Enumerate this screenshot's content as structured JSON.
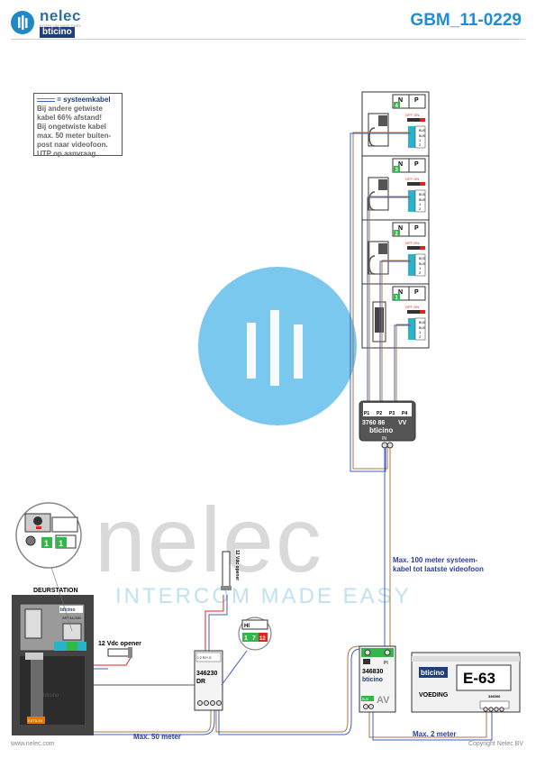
{
  "header": {
    "brand_name": "nelec",
    "brand_tagline": "INTERCOM MADE EASY",
    "brand_sub": "bticino",
    "document_code": "GBM_11-0229"
  },
  "note": {
    "title": "= systeemkabel",
    "lines": [
      "Bij andere getwiste",
      "kabel 66% afstand!",
      "Bij ongetwiste kabel",
      "max. 50 meter buiten-",
      "post naar videofoon.",
      "UTP op aanvraag."
    ]
  },
  "watermark": {
    "text": "nelec",
    "subtitle": "INTERCOM MADE EASY"
  },
  "monitors": [
    {
      "n": "N",
      "p": "P",
      "number": "4",
      "switch": "OFF ON",
      "terms": [
        "BUS",
        "BUS",
        "1",
        "2"
      ]
    },
    {
      "n": "N",
      "p": "P",
      "number": "3",
      "switch": "OFF ON",
      "terms": [
        "BUS",
        "BUS",
        "1",
        "2"
      ]
    },
    {
      "n": "N",
      "p": "P",
      "number": "2",
      "switch": "OFF ON",
      "terms": [
        "BUS",
        "BUS",
        "1",
        "2"
      ]
    },
    {
      "n": "N",
      "p": "P",
      "number": "1",
      "switch": "OFF ON",
      "terms": [
        "BUS",
        "BUS",
        "1",
        "2"
      ]
    }
  ],
  "distributor": {
    "ports": [
      "P1",
      "P2",
      "P3",
      "P4"
    ],
    "code": "3760 86",
    "suffix": "VV",
    "brand": "bticino",
    "in_label": "IN"
  },
  "labels": {
    "max100_line1": "Max. 100 meter systeem-",
    "max100_line2": "kabel tot laatste videofoon",
    "max50": "Max. 50 meter",
    "max2": "Max. 2 meter",
    "footer_left": "www.nelec.com",
    "footer_right": "Copyright Nelec BV",
    "deurstation": "DEURSTATION",
    "opener": "12 Vdc opener",
    "vertical_opener": "12 Vdc opener",
    "hi_label": "HI"
  },
  "doorstation": {
    "brand": "bticino",
    "article": "ART342580",
    "zoom_numbers": [
      "1",
      "1"
    ],
    "bottom_tag": "EXT5-1V"
  },
  "relay": {
    "code": "346230",
    "sub": "DR",
    "top": "1 2 RJ+ S",
    "zoom_numbers": [
      "1",
      "7",
      "12"
    ]
  },
  "avmodule": {
    "code": "346830",
    "brand": "bticino",
    "label": "AV",
    "pi": "PI",
    "term_label": "BUS"
  },
  "psu": {
    "brand": "bticino",
    "model": "E-63",
    "label": "VOEDING",
    "code": "346000"
  },
  "colors": {
    "accent": "#1e8fd6",
    "terminal": "#2ab3c9",
    "green_block": "#33b74a",
    "red": "#e2231a",
    "wire_blue": "#3d5fc4",
    "wire_brown": "#b0753e"
  }
}
